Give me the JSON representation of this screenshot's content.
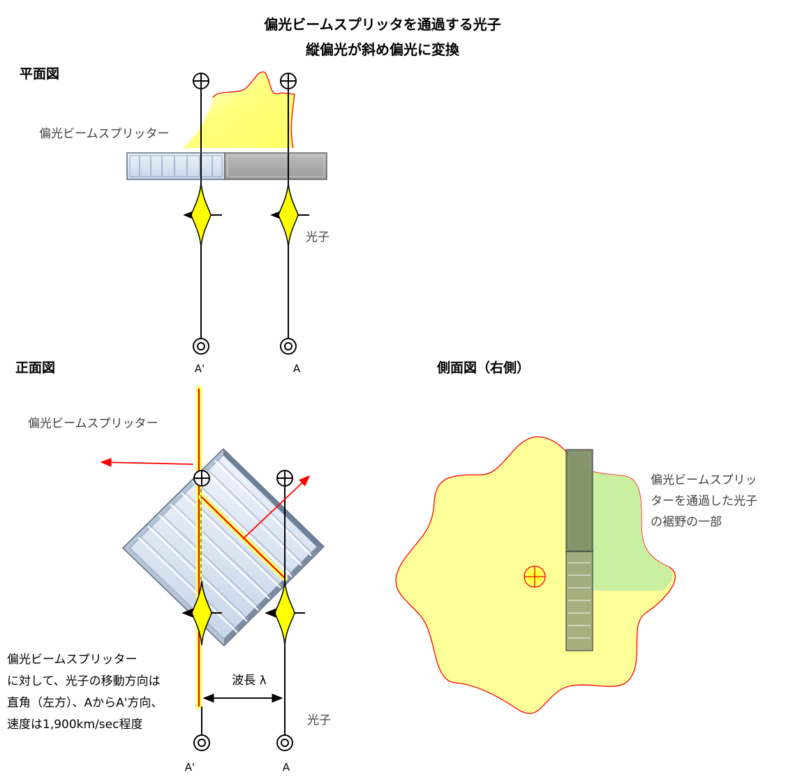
{
  "title": {
    "line1": "偏光ビームスプリッタを通過する光子",
    "line2": "縦偏光が斜め偏光に変換"
  },
  "plan_view": {
    "heading": "平面図",
    "splitter_label": "偏光ビームスプリッター",
    "photon_label": "光子",
    "point_a_prime": "A'",
    "point_a": "A"
  },
  "front_view": {
    "heading": "正面図",
    "splitter_label": "偏光ビームスプリッター",
    "motion_note": [
      "偏光ビームスプリッター",
      "に対して、光子の移動方向は",
      "直角（左方）、AからA'方向、",
      "速度は1,900km/sec程度"
    ],
    "wavelength_label": "波長 λ",
    "photon_label": "光子",
    "point_a_prime": "A'",
    "point_a": "A"
  },
  "side_view": {
    "heading": "側面図（右側）",
    "skirt_note": [
      "偏光ビームスプリッ",
      "ターを通過した光子",
      "の裾野の一部"
    ]
  },
  "colors": {
    "photon_yellow": "#ffff00",
    "cloud_fill": "#ffff99",
    "cloud_edge": "#ff0000",
    "arrow_red": "#ff0000",
    "splitter_gray": "#a6a6a6",
    "splitter_light": "#dce6f2",
    "green_region": "#c6efa0"
  }
}
